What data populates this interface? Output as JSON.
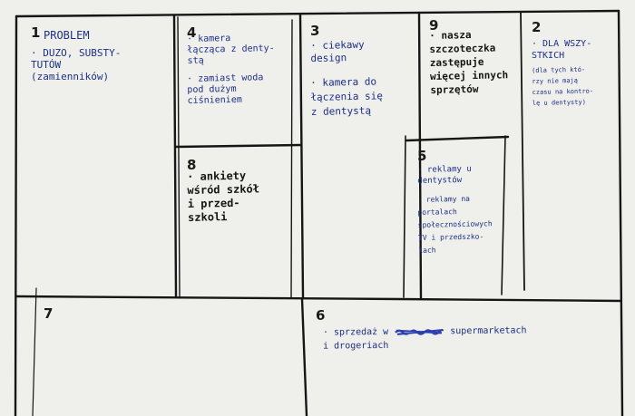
{
  "canvas": {
    "boxes": {
      "problem": {
        "number": "1",
        "title": "PROBLEM",
        "text": "· DUZO, SUBSTY-\nTUTÓW\n(zamienników)"
      },
      "solution": {
        "number": "4",
        "items": [
          "· kamera\nłącząca z denty-\nstą",
          "· zamiast woda\npod dużym\nciśnieniem"
        ]
      },
      "key_metrics": {
        "number": "8",
        "text": "· ankiety\nwśród szkół\ni przed-\nszkoli"
      },
      "value_proposition": {
        "number": "3",
        "items": [
          "· ciekawy\ndesign",
          "· kamera do\nłączenia się\nz dentystą"
        ]
      },
      "unfair_advantage": {
        "number": "9",
        "text": "· nasza\nszczoteczka\nzastępuje\nwięcej innych\nsprzętów"
      },
      "channels": {
        "number": "5",
        "items": [
          "· reklamy u\ndentystów",
          "· reklamy na\nportalach\nspołecznościowych\nTV i przedszko-\nlach"
        ]
      },
      "customer_segments": {
        "number": "2",
        "title": "· DLA WSZY-\nSTKICH",
        "text": "(dla tych któ-\nrzy nie mają\nczasu na kontro-\nlę u dentysty)"
      },
      "cost_structure": {
        "number": "7"
      },
      "revenue_streams": {
        "number": "6",
        "text_before": "· sprzedaż w",
        "text_after": "supermarketach\ni drogeriach"
      }
    },
    "colors": {
      "paper": "#efefeb",
      "ink_lines": "#161616",
      "ink_blue": "#1c2f8c",
      "ink_black": "#151515"
    }
  }
}
